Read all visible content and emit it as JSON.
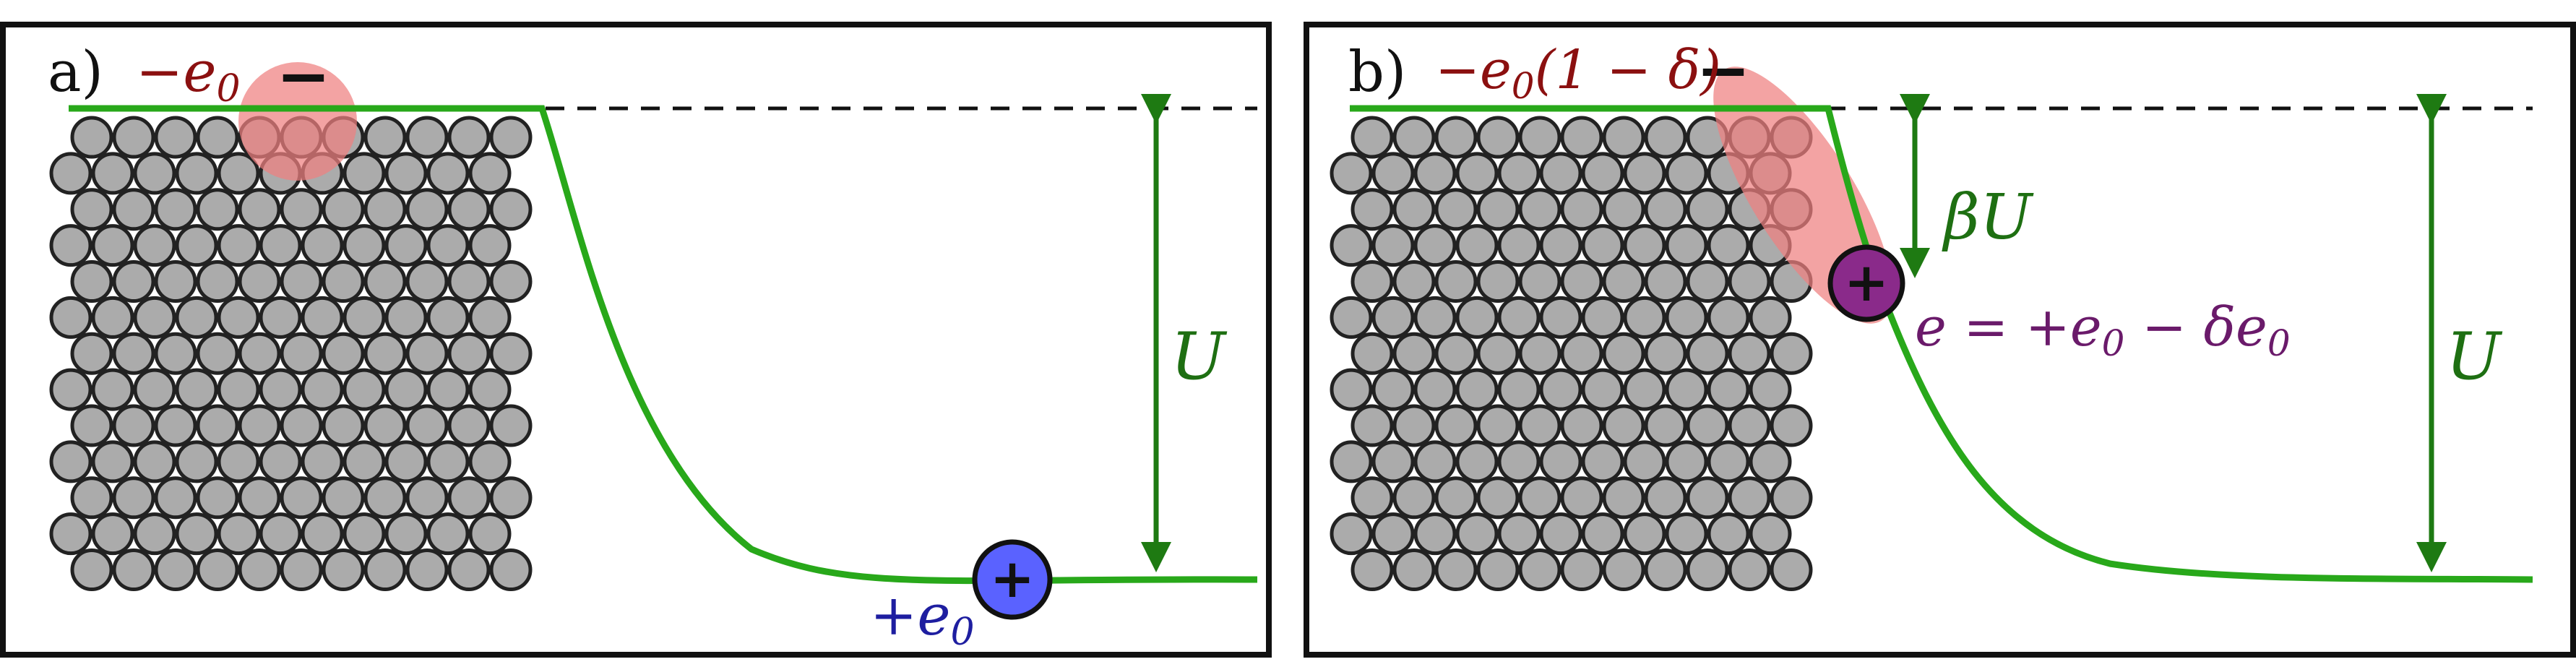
{
  "colors": {
    "frame": "#111111",
    "atom_fill": "#ababab",
    "atom_stroke": "#222222",
    "potential_line": "#28a81a",
    "arrow": "#1e7a12",
    "label_green": "#1e6f12",
    "neg_charge": "#8b1010",
    "neg_cloud": "#ee8080",
    "pos_blue_fill": "#5a62ff",
    "pos_blue_text": "#1e1ea0",
    "pos_purple_fill": "#8a2a8a",
    "pos_purple_text": "#6a1a6a",
    "sign": "#111111"
  },
  "panel_a": {
    "tag": "a)",
    "minus_charge_label": "−e",
    "minus_charge_sub": "0",
    "minus_sign": "−",
    "plus_sign": "+",
    "plus_charge_label": "+e",
    "plus_charge_sub": "0",
    "potential_label": "U"
  },
  "panel_b": {
    "tag": "b)",
    "minus_charge_label": "−e",
    "minus_charge_sub": "0",
    "minus_charge_suffix": "(1 − δ)",
    "minus_sign": "−",
    "plus_sign": "+",
    "partial_drop_label": "βU",
    "charge_eq_lhs": "e = +e",
    "charge_eq_sub1": "0",
    "charge_eq_mid": " − δe",
    "charge_eq_sub2": "0",
    "potential_label": "U"
  }
}
